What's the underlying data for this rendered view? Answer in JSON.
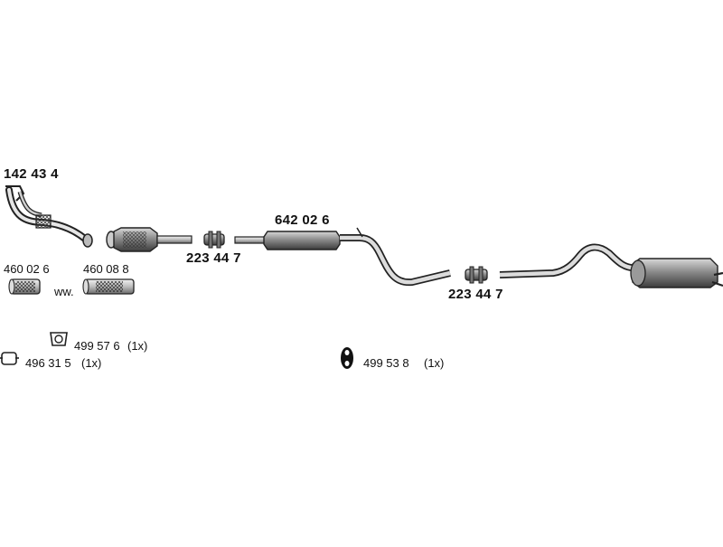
{
  "diagram": {
    "parts": {
      "front_pipe": "142 43 4",
      "flex_pipe_a": "460 02 6",
      "flex_pipe_b": "460 08 8",
      "alternative": "ww.",
      "clamp_1": "223 44 7",
      "middle_silencer": "642 02 6",
      "clamp_2": "223 44 7"
    },
    "hardware": {
      "gasket": "499 57 6",
      "gasket_qty": "(1x)",
      "bracket": "496 31 5",
      "bracket_qty": "(1x)",
      "rubber_mount": "499 53 8",
      "rubber_mount_qty": "(1x)"
    }
  }
}
